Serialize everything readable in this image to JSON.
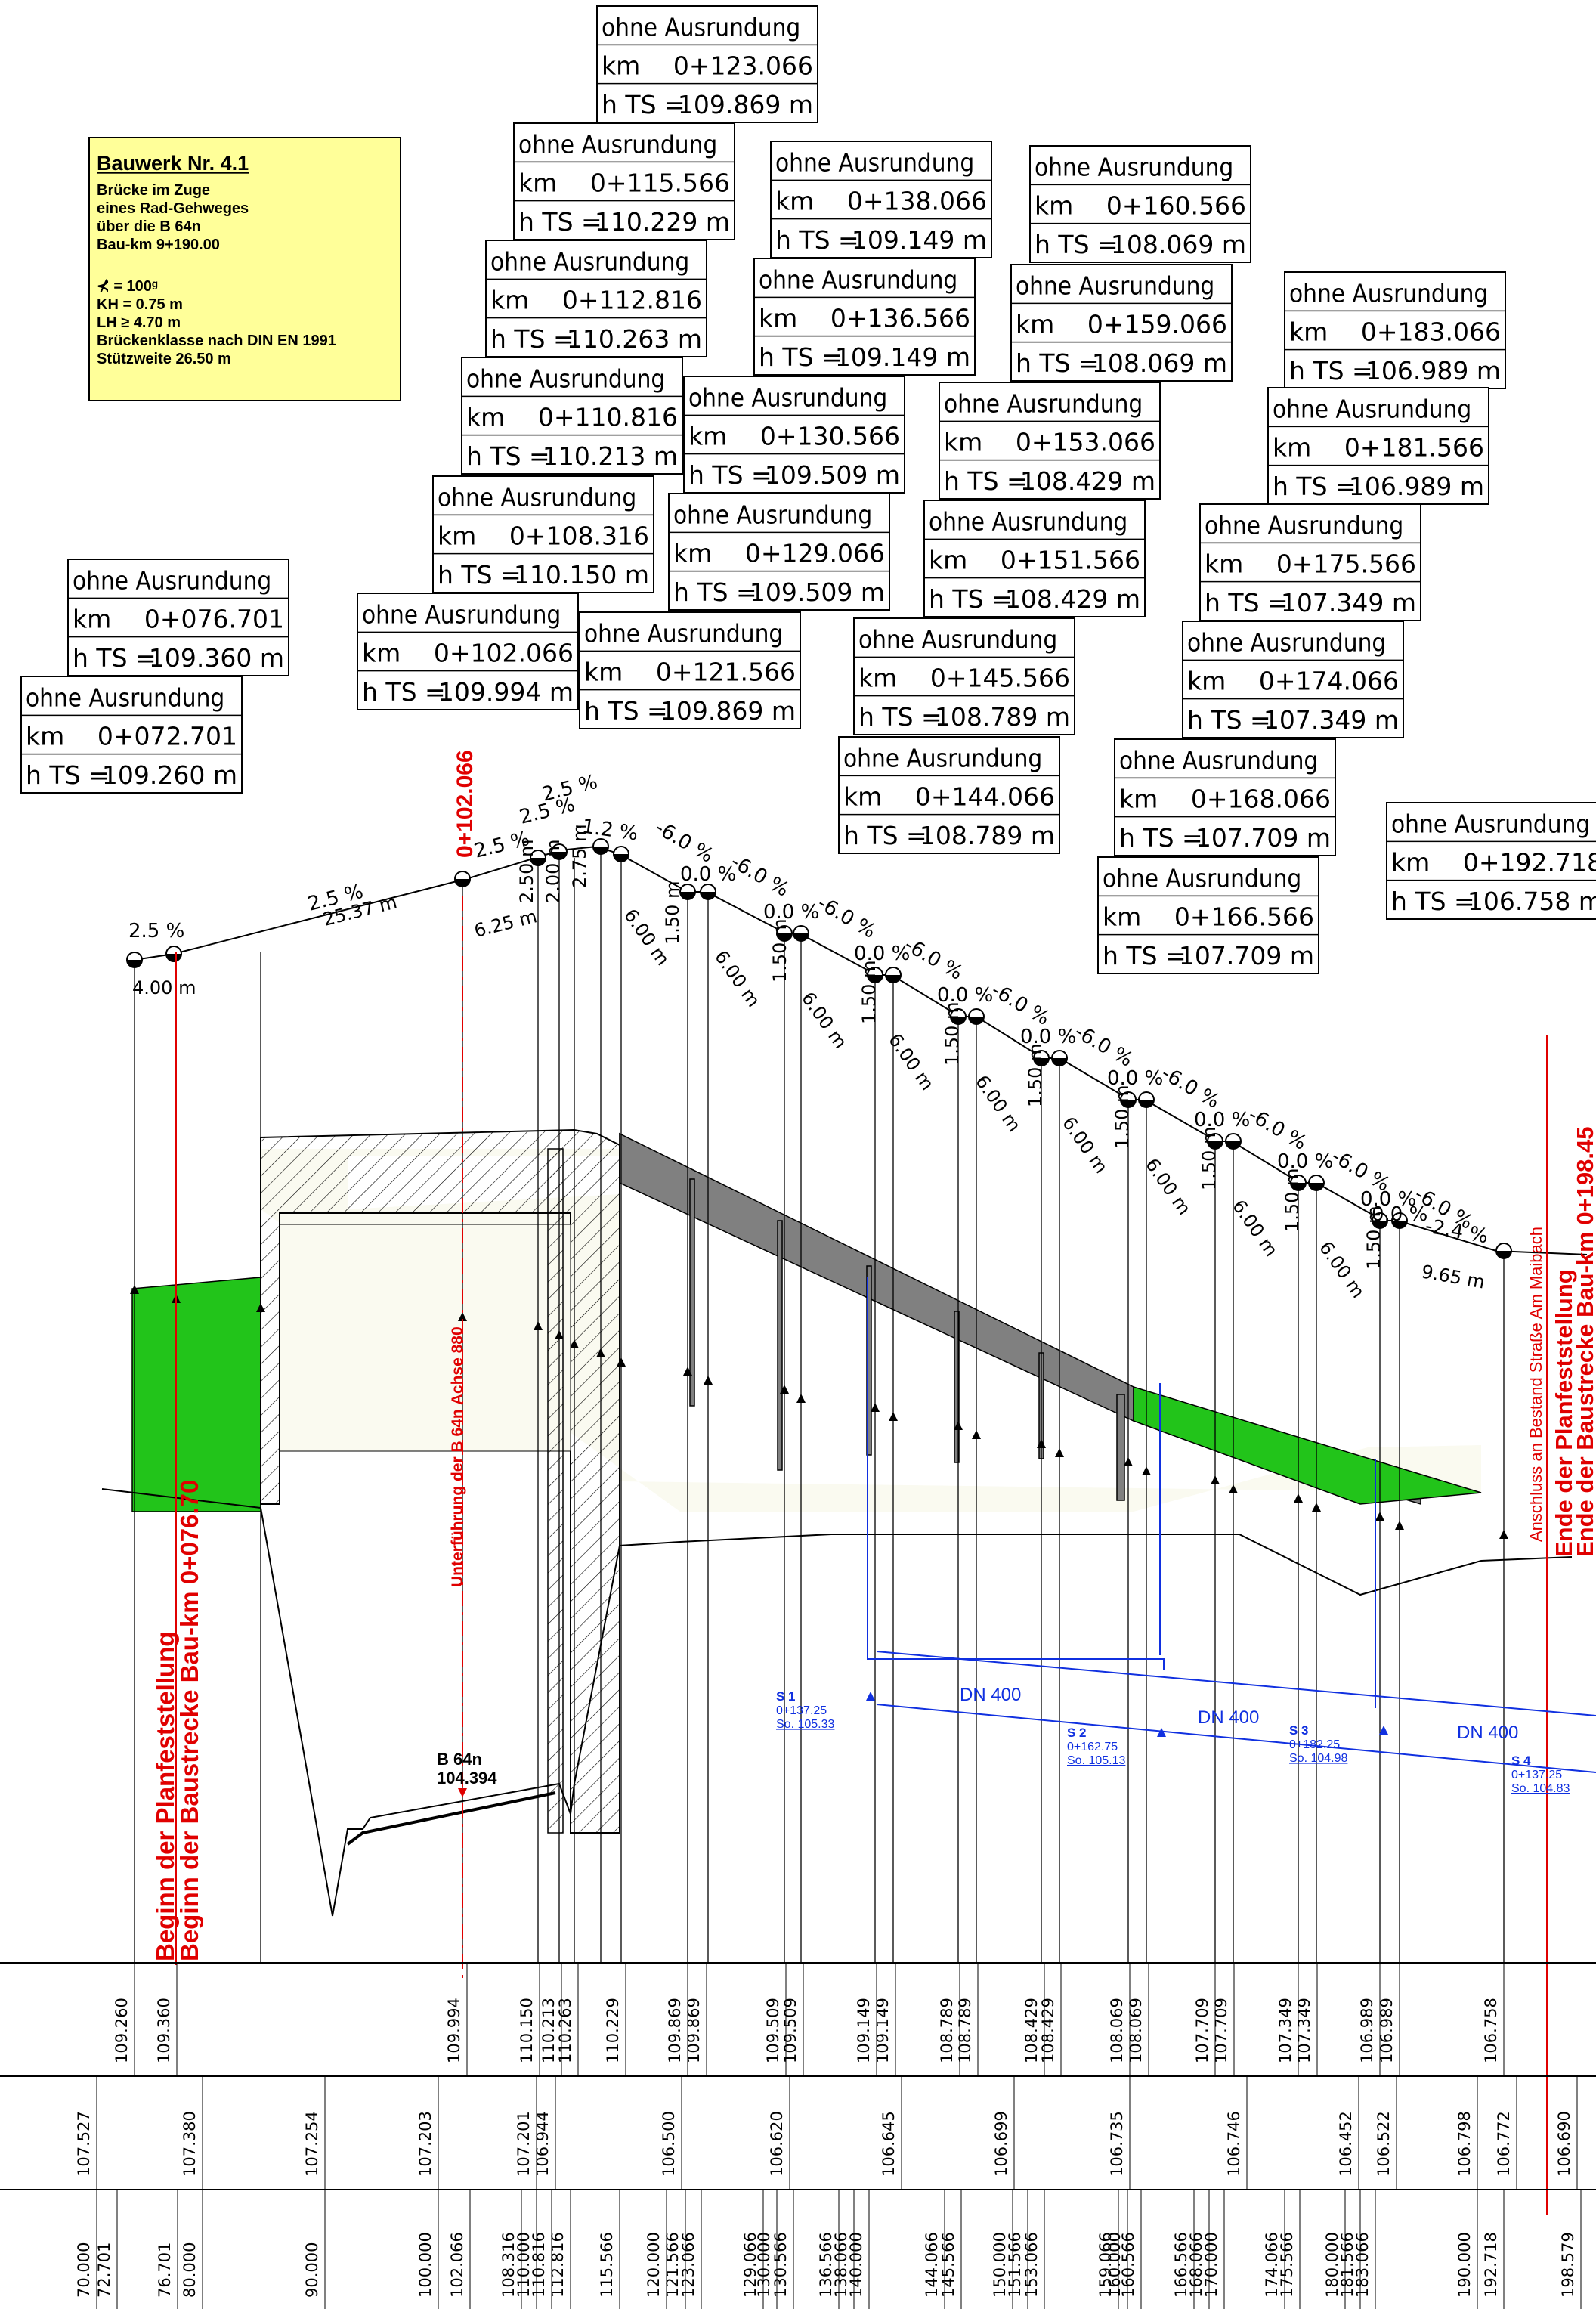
{
  "info_box": {
    "title": "Bauwerk Nr. 4.1",
    "lines": [
      "Brücke im Zuge",
      "eines Rad-Gehweges",
      "über die B 64n",
      "Bau-km  9+190.00"
    ],
    "params": [
      "⊀  = 100ᵍ",
      "KH =  0.75 m",
      "LH ≥  4.70 m",
      "Brückenklasse nach DIN EN 1991",
      "Stützweite 26.50 m"
    ]
  },
  "height_boxes": [
    {
      "label": "ohne Ausrundung",
      "km": "0+123.066",
      "h": "109.869"
    },
    {
      "label": "ohne Ausrundung",
      "km": "0+115.566",
      "h": "110.229"
    },
    {
      "label": "ohne Ausrundung",
      "km": "0+138.066",
      "h": "109.149"
    },
    {
      "label": "ohne Ausrundung",
      "km": "0+160.566",
      "h": "108.069"
    },
    {
      "label": "ohne Ausrundung",
      "km": "0+112.816",
      "h": "110.263"
    },
    {
      "label": "ohne Ausrundung",
      "km": "0+136.566",
      "h": "109.149"
    },
    {
      "label": "ohne Ausrundung",
      "km": "0+159.066",
      "h": "108.069"
    },
    {
      "label": "ohne Ausrundung",
      "km": "0+183.066",
      "h": "106.989"
    },
    {
      "label": "ohne Ausrundung",
      "km": "0+110.816",
      "h": "110.213"
    },
    {
      "label": "ohne Ausrundung",
      "km": "0+130.566",
      "h": "109.509"
    },
    {
      "label": "ohne Ausrundung",
      "km": "0+153.066",
      "h": "108.429"
    },
    {
      "label": "ohne Ausrundung",
      "km": "0+181.566",
      "h": "106.989"
    },
    {
      "label": "ohne Ausrundung",
      "km": "0+108.316",
      "h": "110.150"
    },
    {
      "label": "ohne Ausrundung",
      "km": "0+129.066",
      "h": "109.509"
    },
    {
      "label": "ohne Ausrundung",
      "km": "0+151.566",
      "h": "108.429"
    },
    {
      "label": "ohne Ausrundung",
      "km": "0+175.566",
      "h": "107.349"
    },
    {
      "label": "ohne Ausrundung",
      "km": "0+076.701",
      "h": "109.360"
    },
    {
      "label": "ohne Ausrundung",
      "km": "0+102.066",
      "h": "109.994"
    },
    {
      "label": "ohne Ausrundung",
      "km": "0+121.566",
      "h": "109.869"
    },
    {
      "label": "ohne Ausrundung",
      "km": "0+145.566",
      "h": "108.789"
    },
    {
      "label": "ohne Ausrundung",
      "km": "0+174.066",
      "h": "107.349"
    },
    {
      "label": "ohne Ausrundung",
      "km": "0+072.701",
      "h": "109.260"
    },
    {
      "label": "ohne Ausrundung",
      "km": "0+144.066",
      "h": "108.789"
    },
    {
      "label": "ohne Ausrundung",
      "km": "0+168.066",
      "h": "107.709"
    },
    {
      "label": "ohne Ausrundung",
      "km": "0+192.718",
      "h": "106.758"
    },
    {
      "label": "ohne Ausrundung",
      "km": "0+166.566",
      "h": "107.709"
    }
  ],
  "box_field_labels": {
    "km": "km",
    "h_prefix": "h TS =",
    "h_unit": "m"
  },
  "gradients": [
    "2.5 %",
    "2.5 %",
    "2.5 %",
    "2.5 %",
    "2.5 %",
    "-1.2 %",
    "-6.0 %",
    "0.0 %",
    "-6.0 %",
    "0.0 %",
    "-6.0 %",
    "0.0 %",
    "-6.0 %",
    "0.0 %",
    "-6.0 %",
    "0.0 %",
    "-6.0 %",
    "0.0 %",
    "-6.0 %",
    "0.0 %",
    "-6.0 %",
    "0.0 %",
    "-6.0 %",
    "0.0 %",
    "-6.0 %",
    "0.0 %",
    "-2.4 %"
  ],
  "lengths": [
    "4.00 m",
    "25.37 m",
    "6.25 m",
    "2.50 m",
    "2.00 m",
    "2.75 m",
    "6.00 m",
    "1.50 m",
    "6.00 m",
    "1.50 m",
    "6.00 m",
    "1.50 m",
    "6.00 m",
    "1.50 m",
    "6.00 m",
    "1.50 m",
    "6.00 m",
    "1.50 m",
    "6.00 m",
    "1.50 m",
    "6.00 m",
    "1.50 m",
    "6.00 m",
    "1.50 m",
    "9.65 m"
  ],
  "annotations": {
    "axis_station": "0+102.066",
    "axis_label": "Unterführung der B 64n  Achse 880",
    "start_1": "Beginn der Planfeststellung",
    "start_2": "Beginn der Baustrecke Bau-km 0+076.70",
    "end_1": "Ende der Planfeststellung",
    "end_2": "Ende der Baustrecke Bau-km 0+198.45",
    "anschluss": "Anschluss an Bestand Straße Am Maibach",
    "road_name": "B 64n",
    "road_height": "104.394"
  },
  "drainage": {
    "pipes": [
      "DN 400",
      "DN 400",
      "DN 400"
    ],
    "shafts": [
      {
        "name": "S 1",
        "km": "0+137.25",
        "so": "So. 105.33"
      },
      {
        "name": "S 2",
        "km": "0+162.75",
        "so": "So. 105.13"
      },
      {
        "name": "S 3",
        "km": "0+182.25",
        "so": "So. 104.98"
      },
      {
        "name": "S 4",
        "km": "0+137.25",
        "so": "So. 104.83"
      }
    ]
  },
  "table": {
    "row1_heights": [
      "109.260",
      "109.360",
      "109.994",
      "110.150",
      "110.213",
      "110.263",
      "110.229",
      "109.869",
      "109.869",
      "109.509",
      "109.509",
      "109.149",
      "109.149",
      "108.789",
      "108.789",
      "108.429",
      "108.429",
      "108.069",
      "108.069",
      "107.709",
      "107.709",
      "107.349",
      "107.349",
      "106.989",
      "106.989",
      "106.758"
    ],
    "row2_ground": [
      "107.527",
      "107.380",
      "107.254",
      "107.203",
      "107.201",
      "106.944",
      "106.500",
      "106.620",
      "106.645",
      "106.699",
      "106.735",
      "106.746",
      "106.452",
      "106.522",
      "106.798",
      "106.772",
      "106.690"
    ],
    "row3_stations": [
      "70.000",
      "72.701",
      "76.701",
      "80.000",
      "90.000",
      "100.000",
      "102.066",
      "108.316",
      "110.000",
      "110.816",
      "112.816",
      "115.566",
      "120.000",
      "121.566",
      "123.066",
      "129.066",
      "130.000",
      "130.566",
      "136.566",
      "138.066",
      "140.000",
      "144.066",
      "145.566",
      "150.000",
      "151.566",
      "153.066",
      "159.066",
      "160.000",
      "160.566",
      "166.566",
      "168.066",
      "170.000",
      "174.066",
      "175.566",
      "180.000",
      "181.566",
      "183.066",
      "190.000",
      "192.718",
      "198.579"
    ]
  },
  "colors": {
    "embankment": "#22c41a",
    "deck": "#808080",
    "abutment_fill": "#fafaf0",
    "red": "#e00000",
    "blue": "#1030e0",
    "info_box": "#ffff99"
  }
}
